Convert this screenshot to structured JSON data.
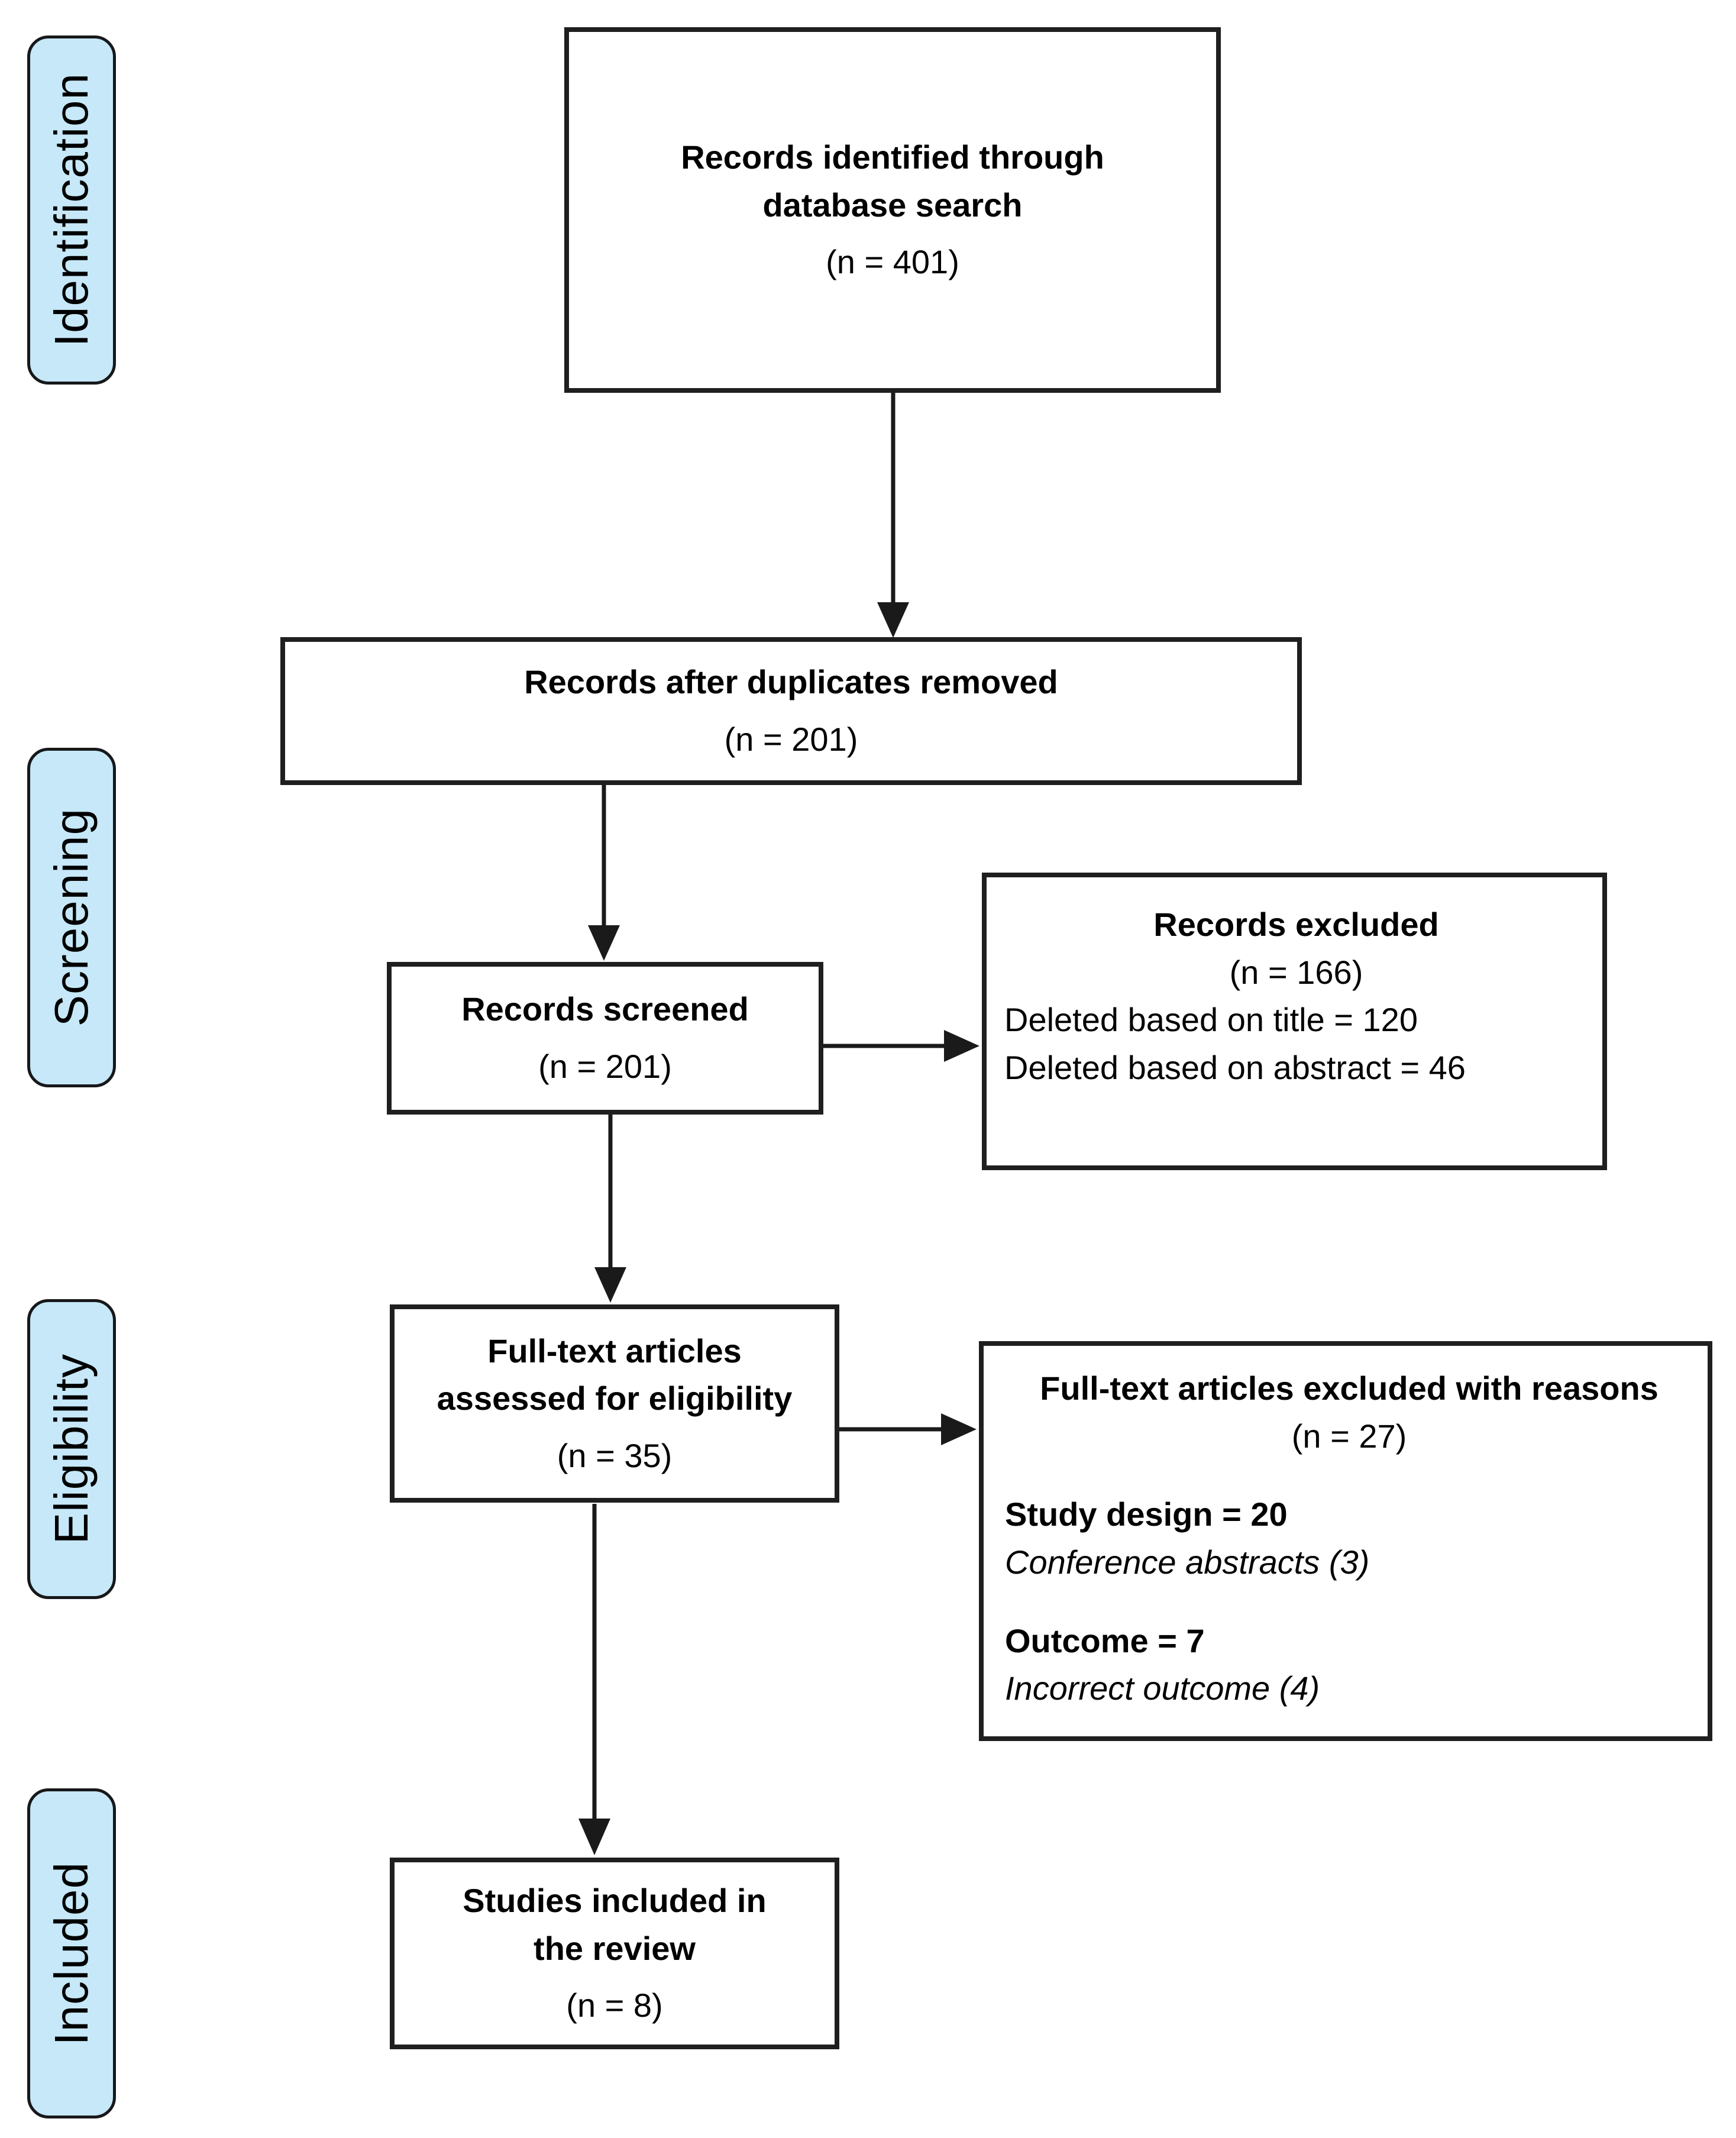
{
  "colors": {
    "stage_fill": "#c6e8f8",
    "stage_border": "#17181a",
    "box_border": "#1f1f1f",
    "text": "#000000"
  },
  "sidebar": {
    "items": [
      {
        "label": "Identification"
      },
      {
        "label": "Screening"
      },
      {
        "label": "Eligibility"
      },
      {
        "label": "Included"
      }
    ]
  },
  "flow": {
    "records_identified": {
      "line1": "Records identified through",
      "line2": "database search",
      "count": "(n = 401)"
    },
    "records_after_duplicates": {
      "line1": "Records after duplicates removed",
      "count": "(n = 201)"
    },
    "records_screened": {
      "line1": "Records screened",
      "count": "(n = 201)"
    },
    "records_excluded": {
      "title": "Records excluded",
      "count": "(n = 166)",
      "reasons": [
        "Deleted based on title = 120",
        "Deleted based on abstract = 46"
      ]
    },
    "fulltext_assessed": {
      "line1": "Full-text articles",
      "line2": "assessed for eligibility",
      "count": "(n = 35)"
    },
    "fulltext_excluded": {
      "title": "Full-text articles excluded with reasons",
      "count": "(n = 27)",
      "groups": [
        {
          "heading": "Study design = 20",
          "detail": "Conference abstracts (3)"
        },
        {
          "heading": "Outcome = 7",
          "detail": "Incorrect outcome (4)"
        }
      ]
    },
    "studies_included": {
      "line1": "Studies included in",
      "line2": "the review",
      "count": "(n = 8)"
    }
  }
}
